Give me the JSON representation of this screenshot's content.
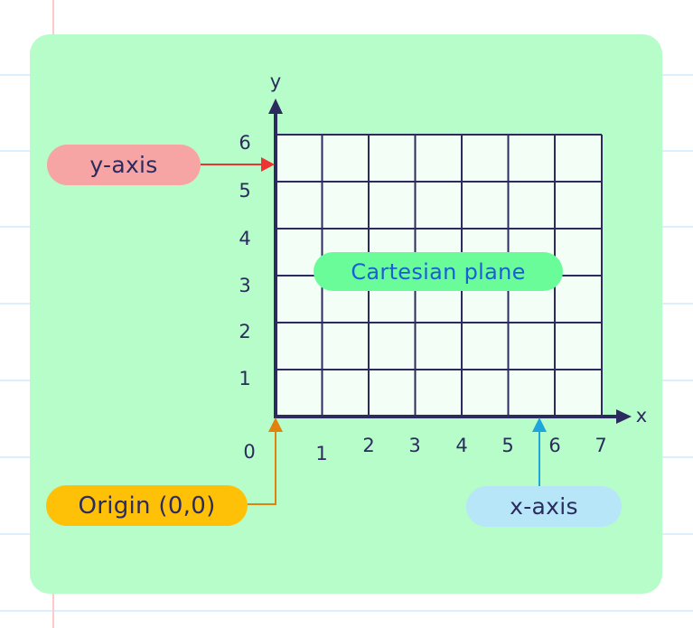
{
  "diagram": {
    "title_label": "Cartesian plane",
    "axis_letters": {
      "x": "x",
      "y": "y"
    },
    "x_ticks": [
      "1",
      "2",
      "3",
      "4",
      "5",
      "6",
      "7"
    ],
    "y_ticks": [
      "1",
      "2",
      "3",
      "4",
      "5",
      "6"
    ],
    "origin_tick": "0",
    "callouts": {
      "y_axis": {
        "label": "y-axis",
        "bg": "#f7a4a4",
        "connector_color": "#ee3333"
      },
      "x_axis": {
        "label": "x-axis",
        "bg": "#b7e6f8",
        "connector_color": "#1ea5db"
      },
      "origin": {
        "label": "Origin (0,0)",
        "bg": "#ffc107",
        "connector_color": "#e0820d"
      },
      "plane": {
        "label": "Cartesian plane",
        "bg": "#6bfc9a",
        "text_color": "#1a5fd6"
      }
    },
    "colors": {
      "card_bg": "#b6fdc9",
      "grid_fill": "#f3fff6",
      "grid_line": "#2c2b5e",
      "text": "#2c2b5e"
    }
  }
}
